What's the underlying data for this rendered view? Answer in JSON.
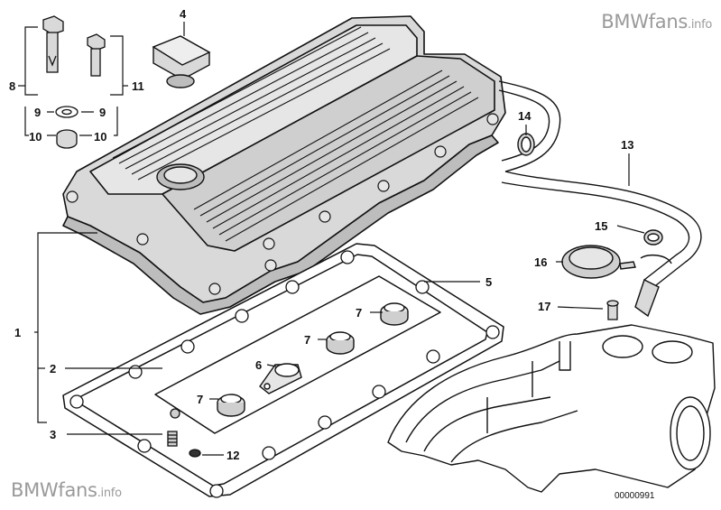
{
  "watermark": {
    "brand": "BMWfans",
    "suffix": ".info"
  },
  "drawing_number": "00000991",
  "callouts": [
    {
      "id": "c1",
      "text": "1"
    },
    {
      "id": "c2",
      "text": "2"
    },
    {
      "id": "c3",
      "text": "3"
    },
    {
      "id": "c4",
      "text": "4"
    },
    {
      "id": "c5",
      "text": "5"
    },
    {
      "id": "c6",
      "text": "6"
    },
    {
      "id": "c7a",
      "text": "7"
    },
    {
      "id": "c7b",
      "text": "7"
    },
    {
      "id": "c7c",
      "text": "7"
    },
    {
      "id": "c8",
      "text": "8"
    },
    {
      "id": "c9a",
      "text": "9"
    },
    {
      "id": "c9b",
      "text": "9"
    },
    {
      "id": "c10a",
      "text": "10"
    },
    {
      "id": "c10b",
      "text": "10"
    },
    {
      "id": "c11",
      "text": "11"
    },
    {
      "id": "c12",
      "text": "12"
    },
    {
      "id": "c13",
      "text": "13"
    },
    {
      "id": "c14",
      "text": "14"
    },
    {
      "id": "c15",
      "text": "15"
    },
    {
      "id": "c16",
      "text": "16"
    },
    {
      "id": "c17",
      "text": "17"
    }
  ],
  "colors": {
    "line": "#111111",
    "cover": "#d9d9d9",
    "cover_dark": "#bdbdbd",
    "gasket": "#ffffff",
    "watermark": "#9a9a9a"
  }
}
